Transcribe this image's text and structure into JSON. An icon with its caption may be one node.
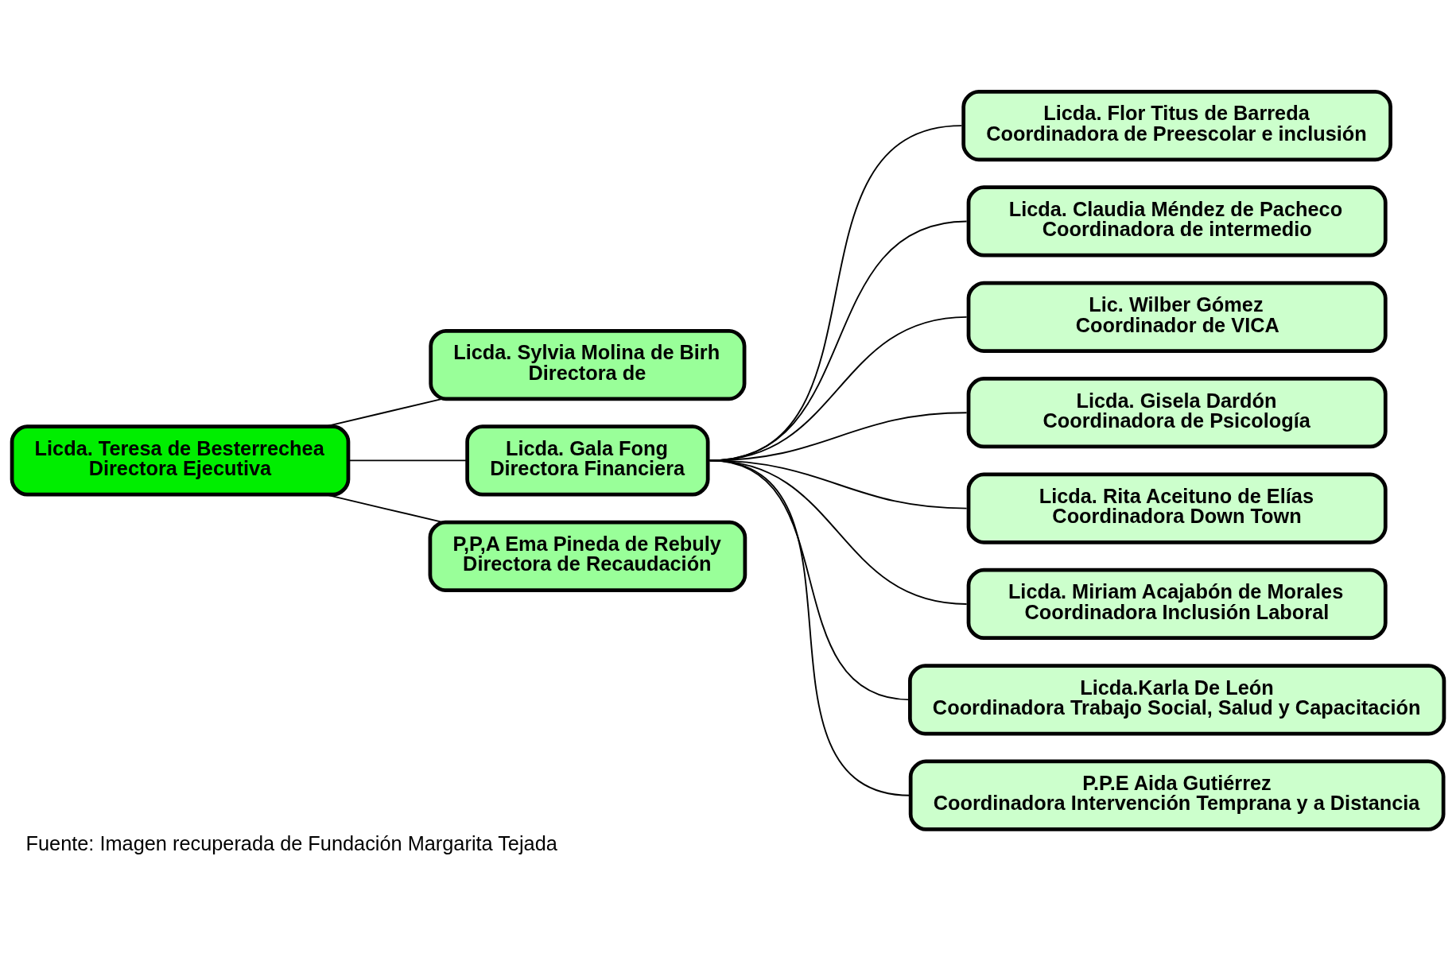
{
  "diagram": {
    "caption": "Fuente: Imagen recuperada de Fundación Margarita Tejada",
    "nodes": [
      {
        "text": [
          "Licda. Teresa de Besterrechea",
          "Directora Ejecutiva"
        ]
      },
      {
        "text": [
          "Licda. Sylvia Molina de Birh",
          "Directora de"
        ]
      },
      {
        "text": [
          "Licda. Gala Fong",
          "Directora Financiera"
        ]
      },
      {
        "text": [
          "P,P,A Ema Pineda de Rebuly",
          "Directora de Recaudación"
        ]
      },
      {
        "text": [
          "Licda. Flor Titus de Barreda",
          "Coordinadora de Preescolar e inclusión"
        ]
      },
      {
        "text": [
          "Licda. Claudia Méndez de Pacheco",
          "Coordinadora de intermedio"
        ]
      },
      {
        "text": [
          "Lic. Wilber Gómez",
          "Coordinador de VICA"
        ]
      },
      {
        "text": [
          "Licda. Gisela Dardón",
          "Coordinadora de Psicología"
        ]
      },
      {
        "text": [
          "Licda. Rita Aceituno de Elías",
          "Coordinadora Down Town"
        ]
      },
      {
        "text": [
          "Licda. Miriam Acajabón de Morales",
          "Coordinadora Inclusión Laboral"
        ]
      },
      {
        "text": [
          "Licda.Karla De León",
          "Coordinadora Trabajo Social, Salud y Capacitación"
        ]
      },
      {
        "text": [
          "P.P.E Aida Gutiérrez",
          "Coordinadora Intervención Temprana y a Distancia"
        ]
      }
    ],
    "edges": [
      {
        "from": 0,
        "to": 1,
        "arrow": "none"
      },
      {
        "from": 0,
        "to": 2,
        "arrow": "none"
      },
      {
        "from": 0,
        "to": 3,
        "arrow": "none"
      },
      {
        "from": 2,
        "to": 4,
        "arrow": "none"
      },
      {
        "from": 2,
        "to": 5,
        "arrow": "none"
      },
      {
        "from": 2,
        "to": 6,
        "arrow": "none"
      },
      {
        "from": 2,
        "to": 7,
        "arrow": "none"
      },
      {
        "from": 2,
        "to": 8,
        "arrow": "none"
      },
      {
        "from": 2,
        "to": 9,
        "arrow": "none"
      },
      {
        "from": 2,
        "to": 10,
        "arrow": "none"
      },
      {
        "from": 2,
        "to": 11,
        "arrow": "none"
      }
    ]
  }
}
